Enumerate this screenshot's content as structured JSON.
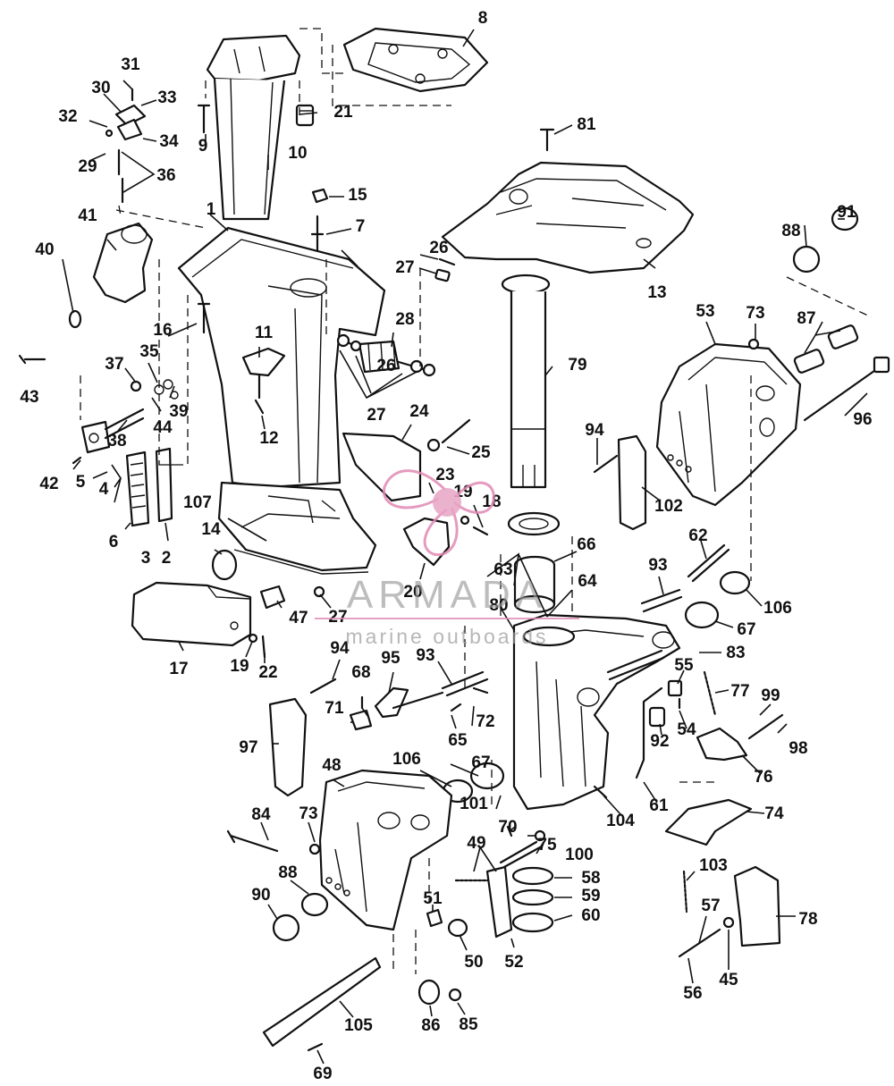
{
  "diagram": {
    "callouts": [
      "1",
      "2",
      "3",
      "4",
      "5",
      "6",
      "7",
      "8",
      "9",
      "10",
      "11",
      "12",
      "13",
      "14",
      "15",
      "16",
      "17",
      "18",
      "19",
      "19",
      "20",
      "21",
      "22",
      "23",
      "24",
      "25",
      "26",
      "26",
      "27",
      "27",
      "27",
      "28",
      "29",
      "30",
      "31",
      "32",
      "33",
      "34",
      "35",
      "36",
      "37",
      "38",
      "39",
      "40",
      "41",
      "42",
      "43",
      "44",
      "45",
      "47",
      "48",
      "49",
      "50",
      "51",
      "52",
      "53",
      "54",
      "55",
      "56",
      "57",
      "58",
      "59",
      "60",
      "61",
      "62",
      "63",
      "64",
      "65",
      "66",
      "67",
      "67",
      "68",
      "69",
      "70",
      "71",
      "72",
      "73",
      "73",
      "74",
      "75",
      "76",
      "77",
      "78",
      "79",
      "80",
      "81",
      "83",
      "84",
      "85",
      "86",
      "87",
      "88",
      "88",
      "90",
      "91",
      "92",
      "93",
      "93",
      "94",
      "94",
      "95",
      "96",
      "97",
      "98",
      "99",
      "100",
      "101",
      "102",
      "103",
      "104",
      "105",
      "106",
      "106",
      "107"
    ]
  },
  "watermark": {
    "brand": "ARMADA",
    "tagline": "marine outboards",
    "accent_color": "#e089b4"
  }
}
